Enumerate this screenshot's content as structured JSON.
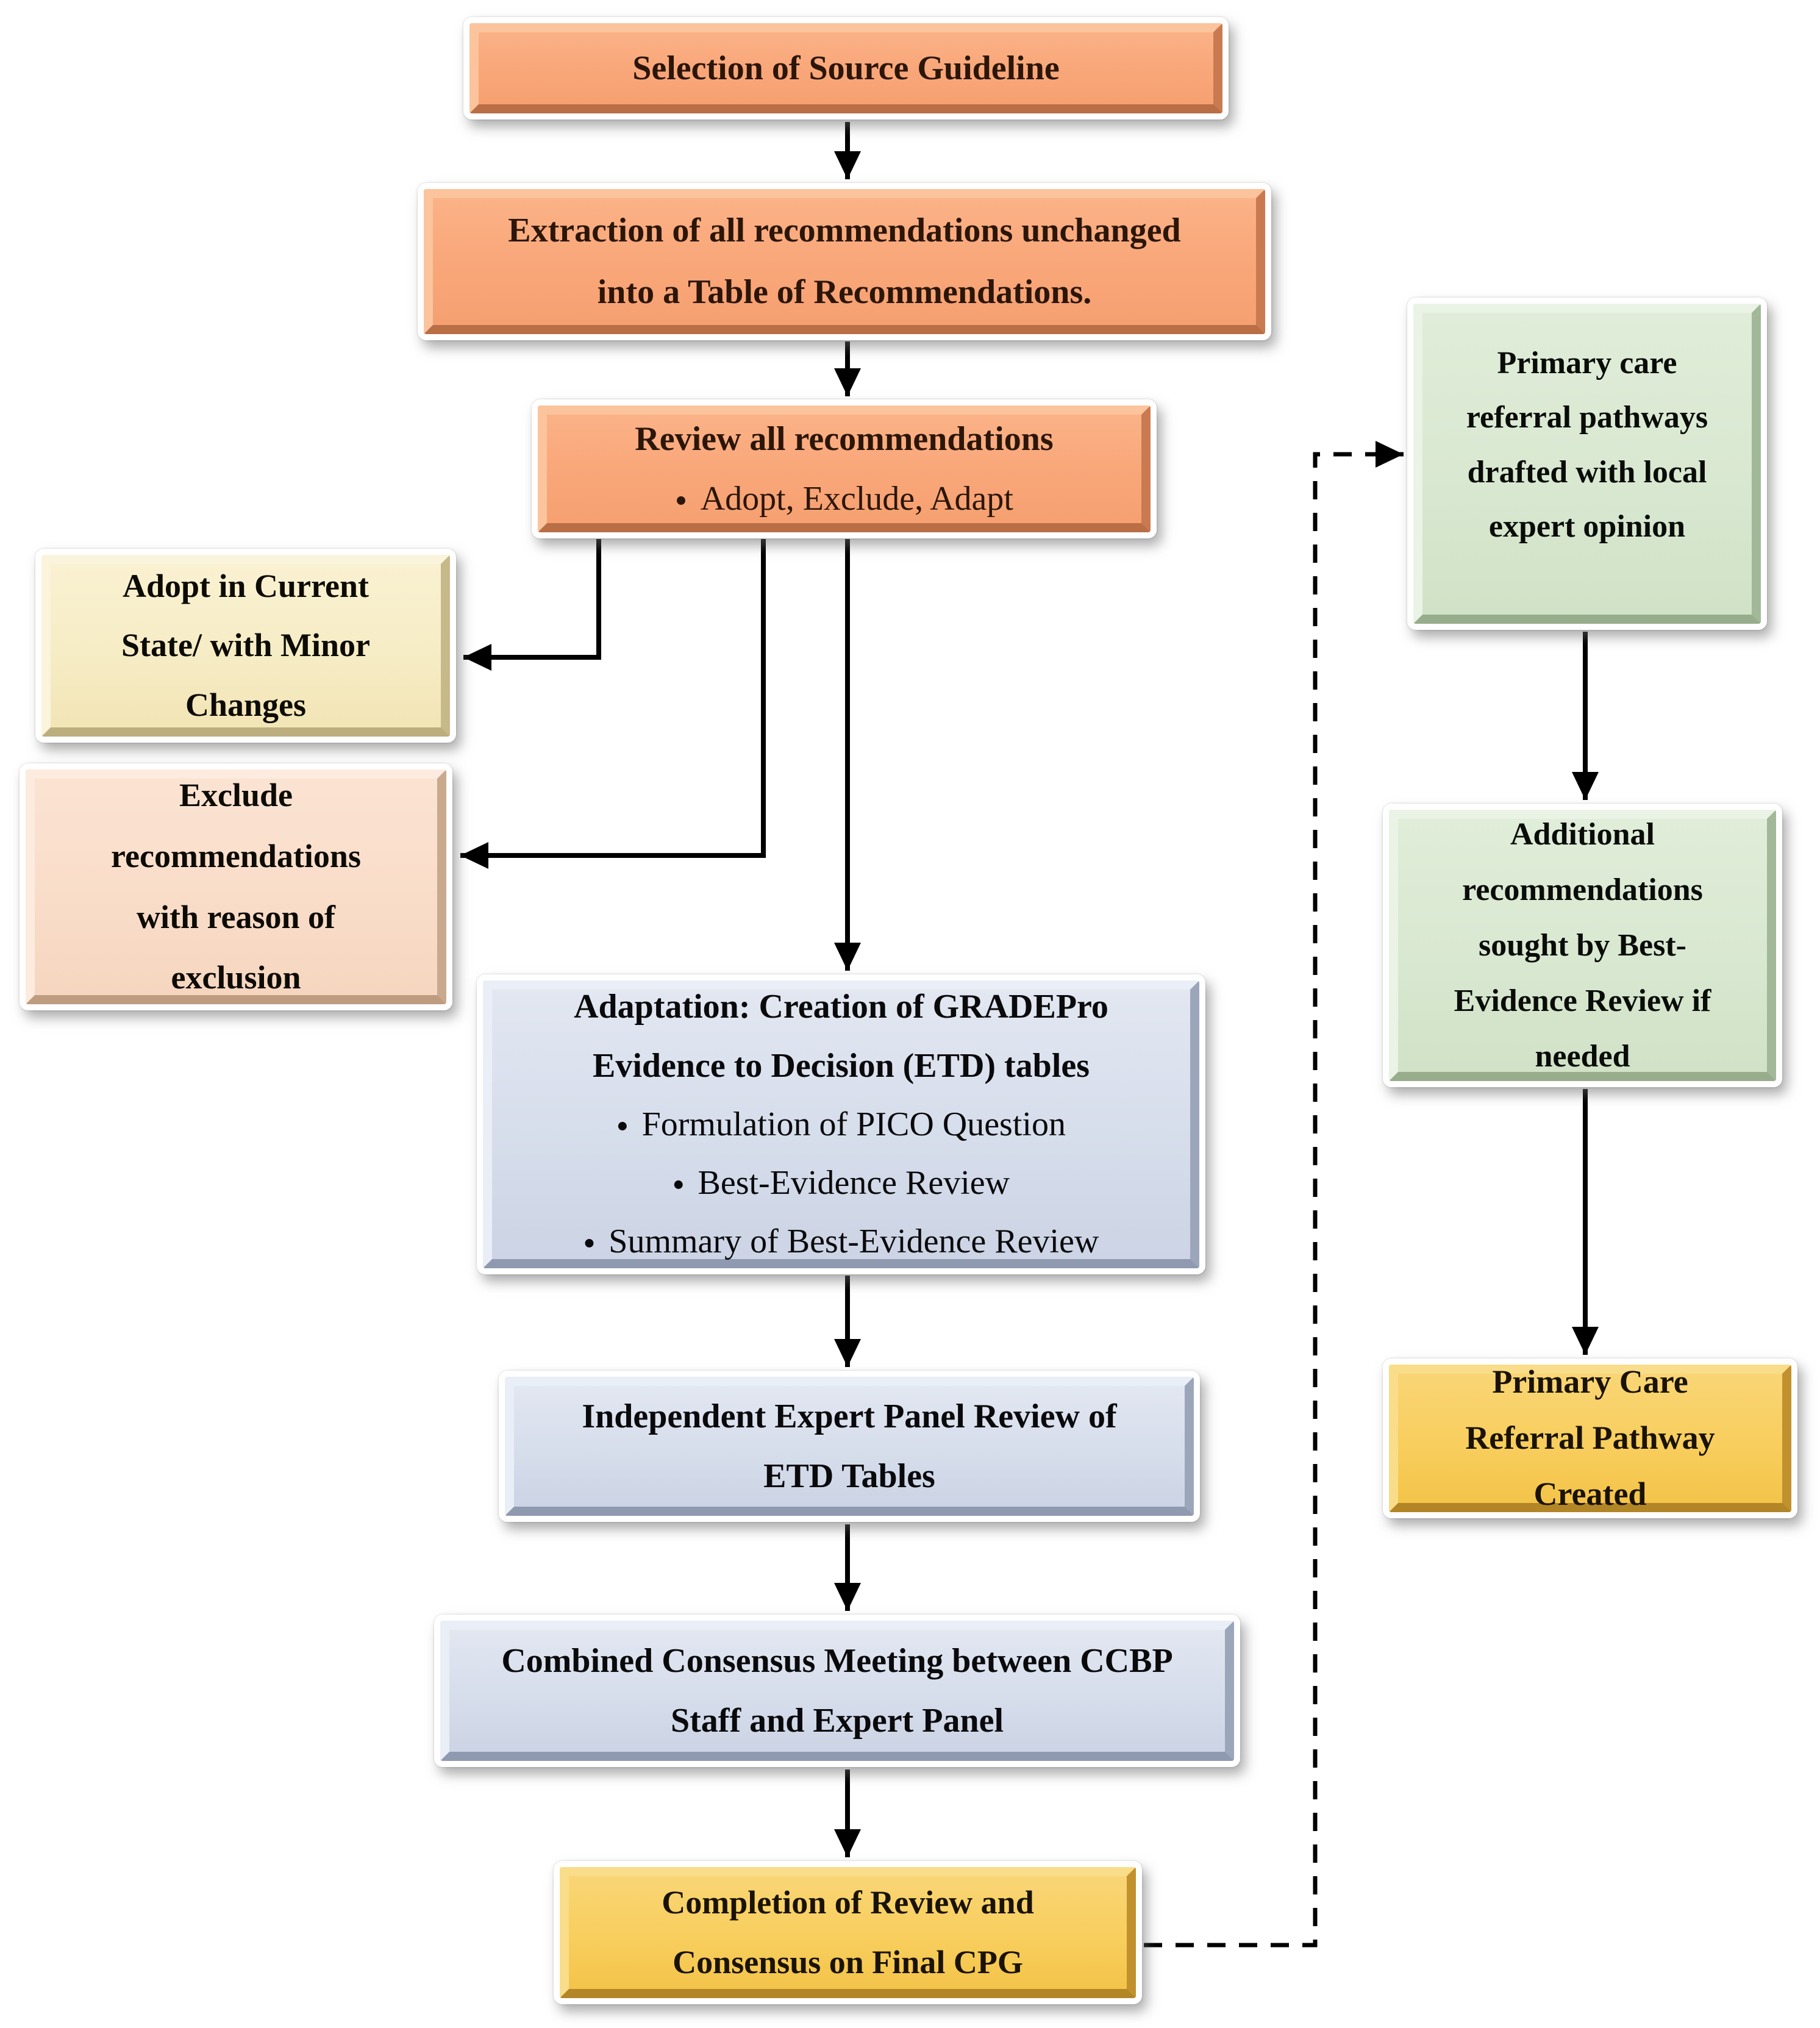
{
  "diagram_type": "flowchart",
  "icons": {
    "bullet": "●"
  },
  "colors": {
    "box_orange": "#F9A87B",
    "box_cream": "#F6ECC5",
    "box_peach": "#F9DDC9",
    "box_blue": "#D6DDEB",
    "box_green": "#D9E8D1",
    "box_gold": "#F8CE5D",
    "arrow": "#000000",
    "background": "#FFFFFF"
  },
  "nodes": {
    "selection": {
      "lines": [
        "Selection of Source Guideline"
      ]
    },
    "extraction": {
      "lines": [
        "Extraction of all recommendations unchanged",
        "into a Table of Recommendations."
      ]
    },
    "review": {
      "title": "Review all recommendations",
      "bullets": [
        "Adopt, Exclude, Adapt"
      ]
    },
    "adopt": {
      "lines": [
        "Adopt in Current",
        "State/ with Minor",
        "Changes"
      ]
    },
    "exclude": {
      "lines": [
        "Exclude",
        "recommendations",
        "with reason of",
        "exclusion"
      ]
    },
    "adaptation": {
      "title_lines": [
        "Adaptation: Creation of GRADEPro",
        "Evidence to Decision (ETD) tables"
      ],
      "bullets": [
        "Formulation of PICO Question",
        "Best-Evidence Review",
        "Summary of Best-Evidence Review"
      ]
    },
    "panel_review": {
      "lines": [
        "Independent Expert Panel Review of",
        "ETD Tables"
      ]
    },
    "consensus_meeting": {
      "lines": [
        "Combined Consensus Meeting between CCBP",
        "Staff and Expert Panel"
      ]
    },
    "completion": {
      "lines": [
        "Completion of Review and",
        "Consensus on Final CPG"
      ]
    },
    "pathways_drafted": {
      "lines": [
        "Primary care",
        "referral pathways",
        "drafted with local",
        "expert opinion"
      ]
    },
    "additional_recs": {
      "lines": [
        "Additional",
        "recommendations",
        "sought by Best-",
        "Evidence Review if",
        "needed"
      ]
    },
    "pathway_created": {
      "lines": [
        "Primary Care",
        "Referral Pathway",
        "Created"
      ]
    }
  }
}
